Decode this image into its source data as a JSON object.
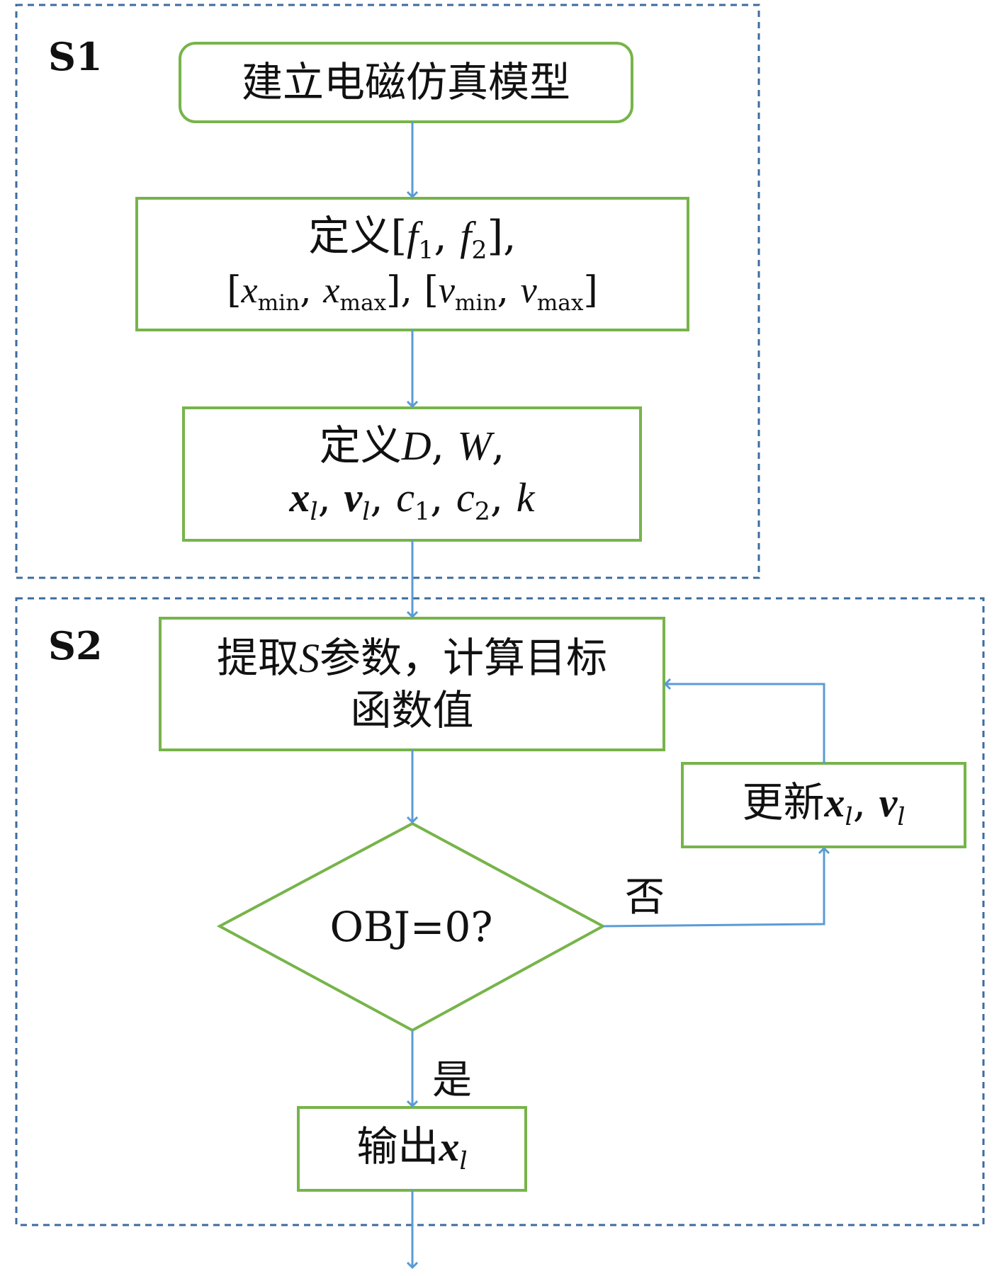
{
  "stages": {
    "s1": "S1",
    "s2": "S2"
  },
  "nodes": {
    "build_model": "建立电磁仿真模型",
    "define1_prefix": "定义",
    "define1_f": "f",
    "define1_sub1": "1",
    "define1_sub2": "2",
    "define1_x": "x",
    "define1_v": "v",
    "define1_min": "min",
    "define1_max": "max",
    "define2_prefix": "定义",
    "define2_D": "D",
    "define2_W": "W",
    "define2_x": "x",
    "define2_v": "v",
    "define2_l": "l",
    "define2_c": "c",
    "define2_k": "k",
    "extract_line1_a": "提取",
    "extract_S": "S",
    "extract_line1_b": "参数，计算目标",
    "extract_line2": "函数值",
    "decision": "OBJ=0?",
    "update_prefix": "更新",
    "output_prefix": "输出"
  },
  "edges": {
    "no_label": "否",
    "yes_label": "是"
  },
  "colors": {
    "box_border": "#77b44a",
    "arrow": "#5b9bd5",
    "group_border": "#3d6b9e"
  }
}
